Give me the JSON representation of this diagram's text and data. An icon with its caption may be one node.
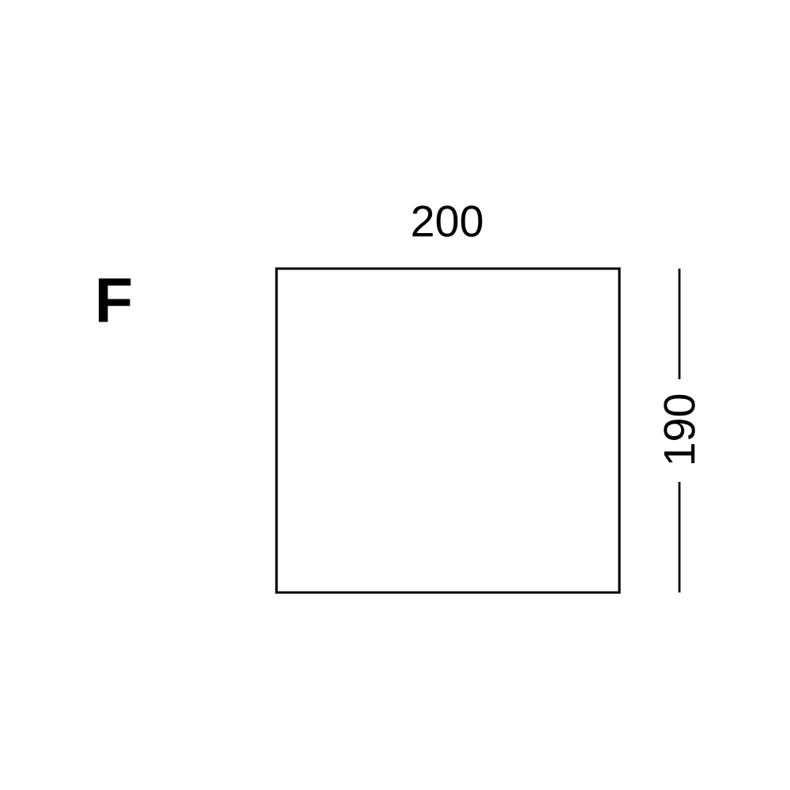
{
  "diagram": {
    "nodes": [
      {
        "text": [],
        "shape": "box"
      }
    ],
    "labels": [
      "F",
      "200",
      "190"
    ]
  }
}
